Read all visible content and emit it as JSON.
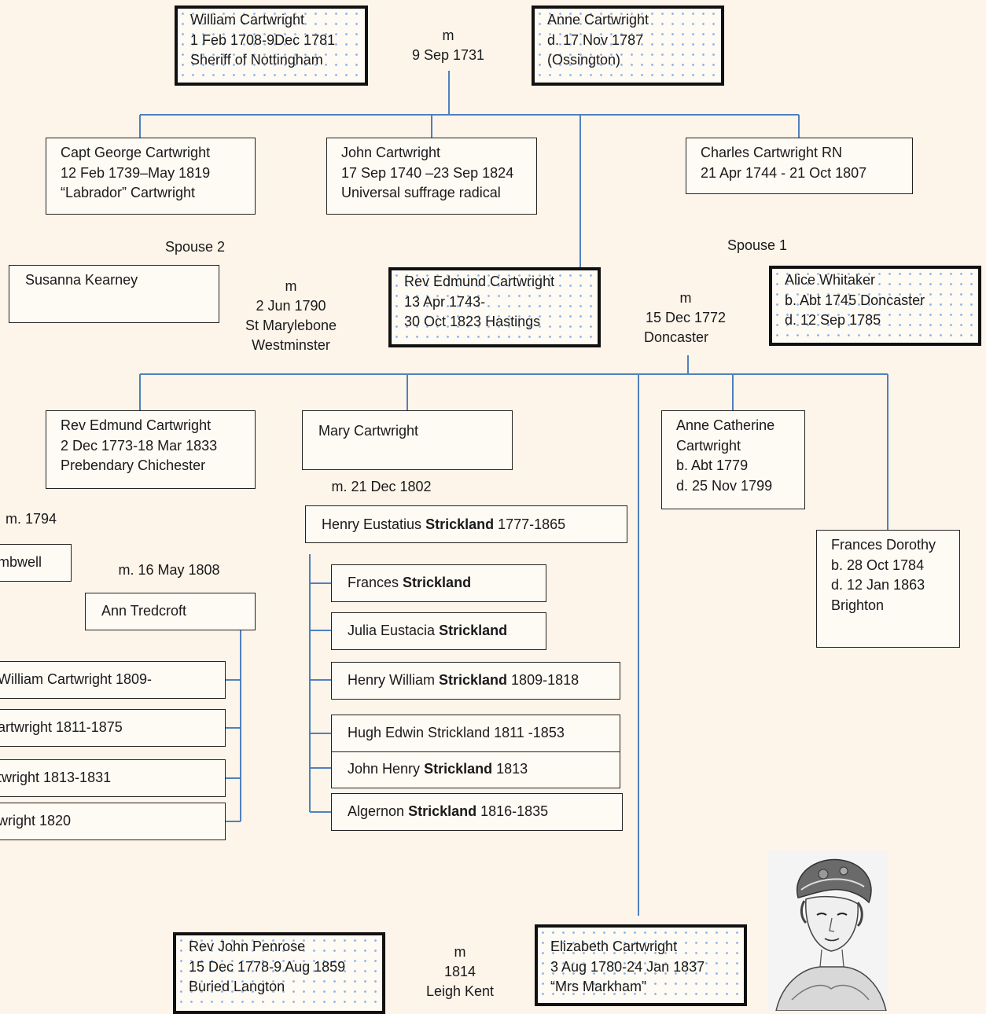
{
  "top": {
    "william": [
      "William Cartwright",
      "1 Feb 1708-9Dec 1781",
      "Sheriff of Nottingham"
    ],
    "anne": [
      "Anne Cartwright",
      "d. 17 Nov 1787",
      "(Ossington)"
    ],
    "marriage": [
      "m",
      "9 Sep 1731"
    ]
  },
  "children": {
    "george": [
      "Capt George Cartwright",
      "12 Feb 1739–May 1819",
      "“Labrador” Cartwright"
    ],
    "john": [
      "John Cartwright",
      "17 Sep 1740 –23 Sep 1824",
      "Universal suffrage radical"
    ],
    "charles": [
      "Charles Cartwright RN",
      "21 Apr 1744  - 21 Oct 1807"
    ]
  },
  "edmund_gen": {
    "spouse2_label": "Spouse 2",
    "spouse1_label": "Spouse 1",
    "susanna": "Susanna Kearney",
    "marriage2": [
      "m",
      "2 Jun 1790",
      "St Marylebone",
      "Westminster"
    ],
    "edmund": [
      "Rev Edmund Cartwright",
      "13 Apr 1743-",
      "30 Oct 1823 Hastings"
    ],
    "marriage1": [
      "m",
      "15 Dec 1772",
      "Doncaster"
    ],
    "alice": [
      "Alice Whitaker",
      "b. Abt 1745 Doncaster",
      "d. 12 Sep 1785"
    ]
  },
  "grandchildren": {
    "rev_edmund": [
      "Rev Edmund Cartwright",
      "2 Dec 1773-18 Mar 1833",
      "Prebendary Chichester"
    ],
    "mary": "Mary Cartwright",
    "mary_marriage": "m. 21 Dec 1802",
    "anne_catherine": [
      "Anne Catherine",
      "Cartwright",
      "b. Abt 1779",
      "d. 25 Nov 1799"
    ],
    "frances_dorothy": [
      "Frances Dorothy",
      "b. 28 Oct 1784",
      "d. 12 Jan 1863",
      "Brighton"
    ]
  },
  "edmund_line": {
    "m_1794": "m. 1794",
    "spouse_fragment": "mbwell",
    "m_1808": "m. 16 May 1808",
    "ann": "Ann Tredcroft",
    "children": [
      "William Cartwright 1809-",
      "artwright 1811-1875",
      "twright 1813-1831",
      "wright 1820"
    ]
  },
  "strickland": {
    "husband": {
      "pre": "Henry Eustatius ",
      "bold": "Strickland",
      "post": " 1777-1865"
    },
    "children": [
      {
        "pre": "Frances ",
        "bold": "Strickland",
        "post": ""
      },
      {
        "pre": "Julia Eustacia ",
        "bold": "Strickland",
        "post": ""
      },
      {
        "pre": "Henry William ",
        "bold": "Strickland",
        "post": " 1809-1818"
      },
      {
        "pre": "Hugh Edwin Strickland 1811 -1853",
        "bold": "",
        "post": ""
      },
      {
        "pre": "John Henry ",
        "bold": "Strickland",
        "post": " 1813"
      },
      {
        "pre": "Algernon ",
        "bold": "Strickland",
        "post": " 1816-1835"
      }
    ]
  },
  "bottom": {
    "penrose": [
      "Rev John Penrose",
      "15 Dec 1778-9 Aug 1859",
      "Buried Langton"
    ],
    "marriage": [
      "m",
      "1814",
      "Leigh Kent"
    ],
    "elizabeth": [
      "Elizabeth Cartwright",
      "3 Aug 1780-24 Jan 1837",
      "“Mrs Markham”"
    ]
  },
  "colors": {
    "line": "#4f81bd",
    "dots": "#8fb4e6",
    "background": "#fdf4ea"
  },
  "portrait_icon": "woman-portrait-engraving"
}
